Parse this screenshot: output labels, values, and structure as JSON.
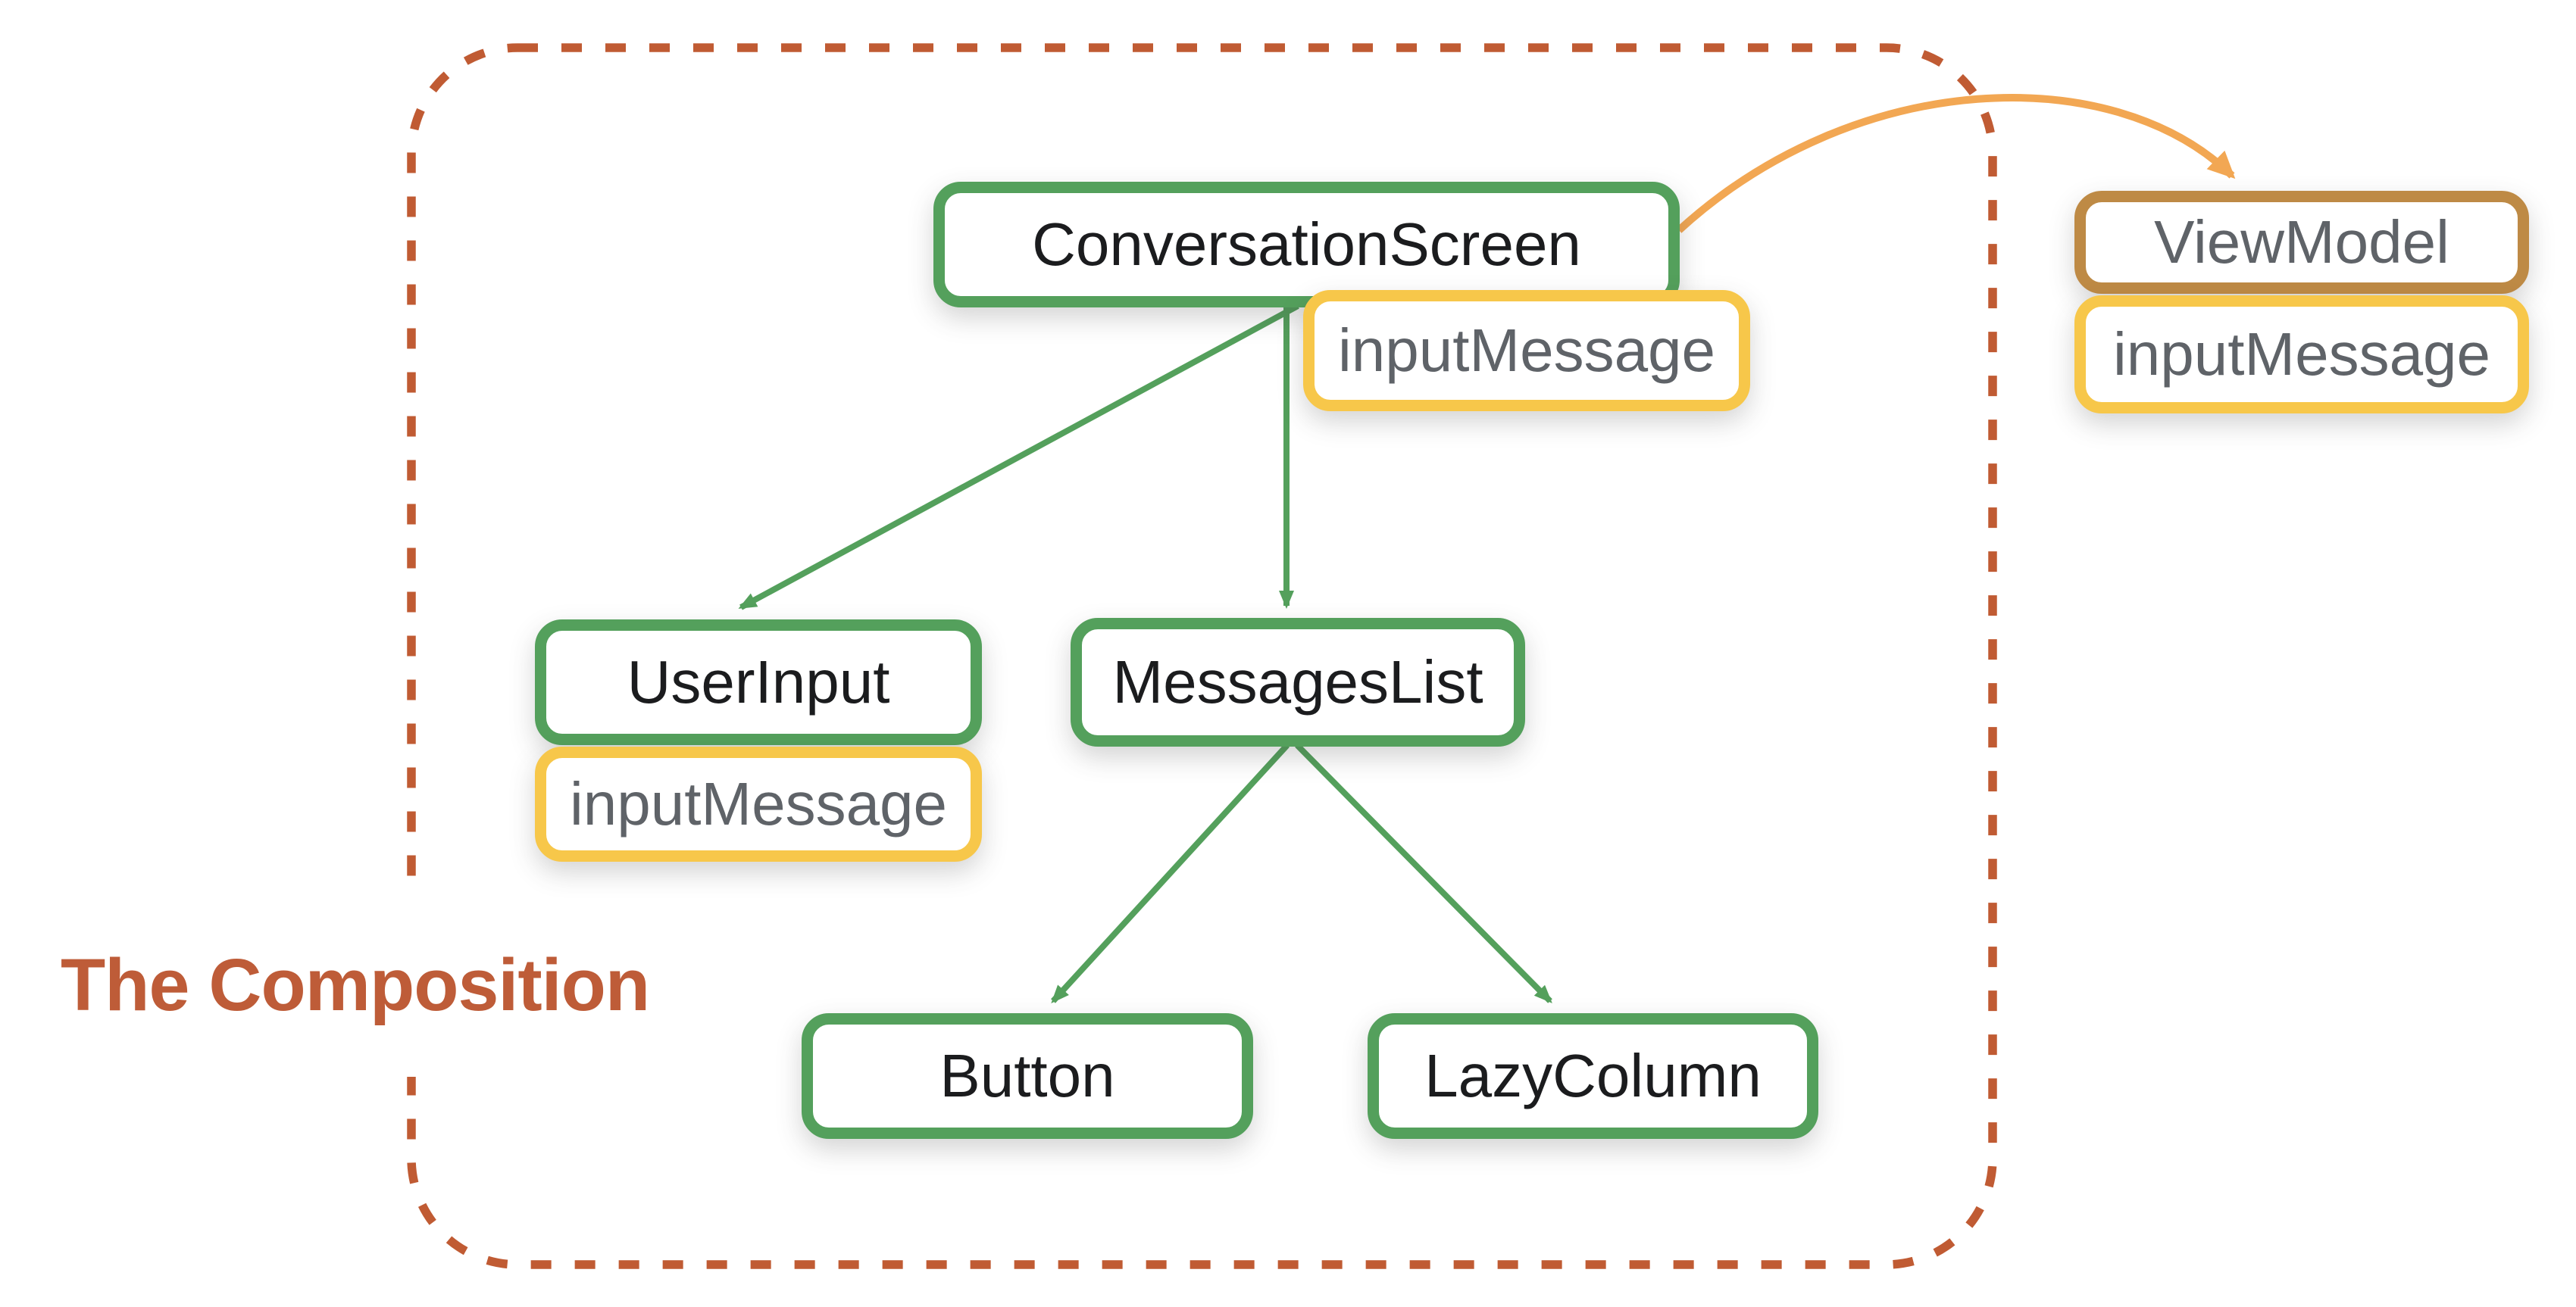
{
  "diagram": {
    "title": "The Composition",
    "boundary": "dashed rounded rectangle enclosing the composition tree"
  },
  "colors": {
    "green": "#54A05C",
    "yellow": "#F7C74A",
    "brown": "#BE8A45",
    "orange": "#F2A753",
    "boundary": "#C05B33",
    "title": "#BE5C38",
    "text_dark": "#1B1C1E",
    "text_gray": "#5F6368"
  },
  "nodes": {
    "conversation_screen": {
      "label": "ConversationScreen",
      "state": "inputMessage"
    },
    "user_input": {
      "label": "UserInput",
      "state": "inputMessage"
    },
    "messages_list": {
      "label": "MessagesList"
    },
    "button": {
      "label": "Button"
    },
    "lazy_column": {
      "label": "LazyColumn"
    },
    "view_model": {
      "label": "ViewModel",
      "state": "inputMessage"
    }
  },
  "edges": [
    {
      "from": "ConversationScreen",
      "to": "UserInput",
      "style": "green-arrow"
    },
    {
      "from": "ConversationScreen",
      "to": "MessagesList",
      "style": "green-arrow"
    },
    {
      "from": "MessagesList",
      "to": "Button",
      "style": "green-arrow"
    },
    {
      "from": "MessagesList",
      "to": "LazyColumn",
      "style": "green-arrow"
    },
    {
      "from": "ConversationScreen",
      "to": "ViewModel",
      "style": "orange-curved-arrow"
    }
  ]
}
